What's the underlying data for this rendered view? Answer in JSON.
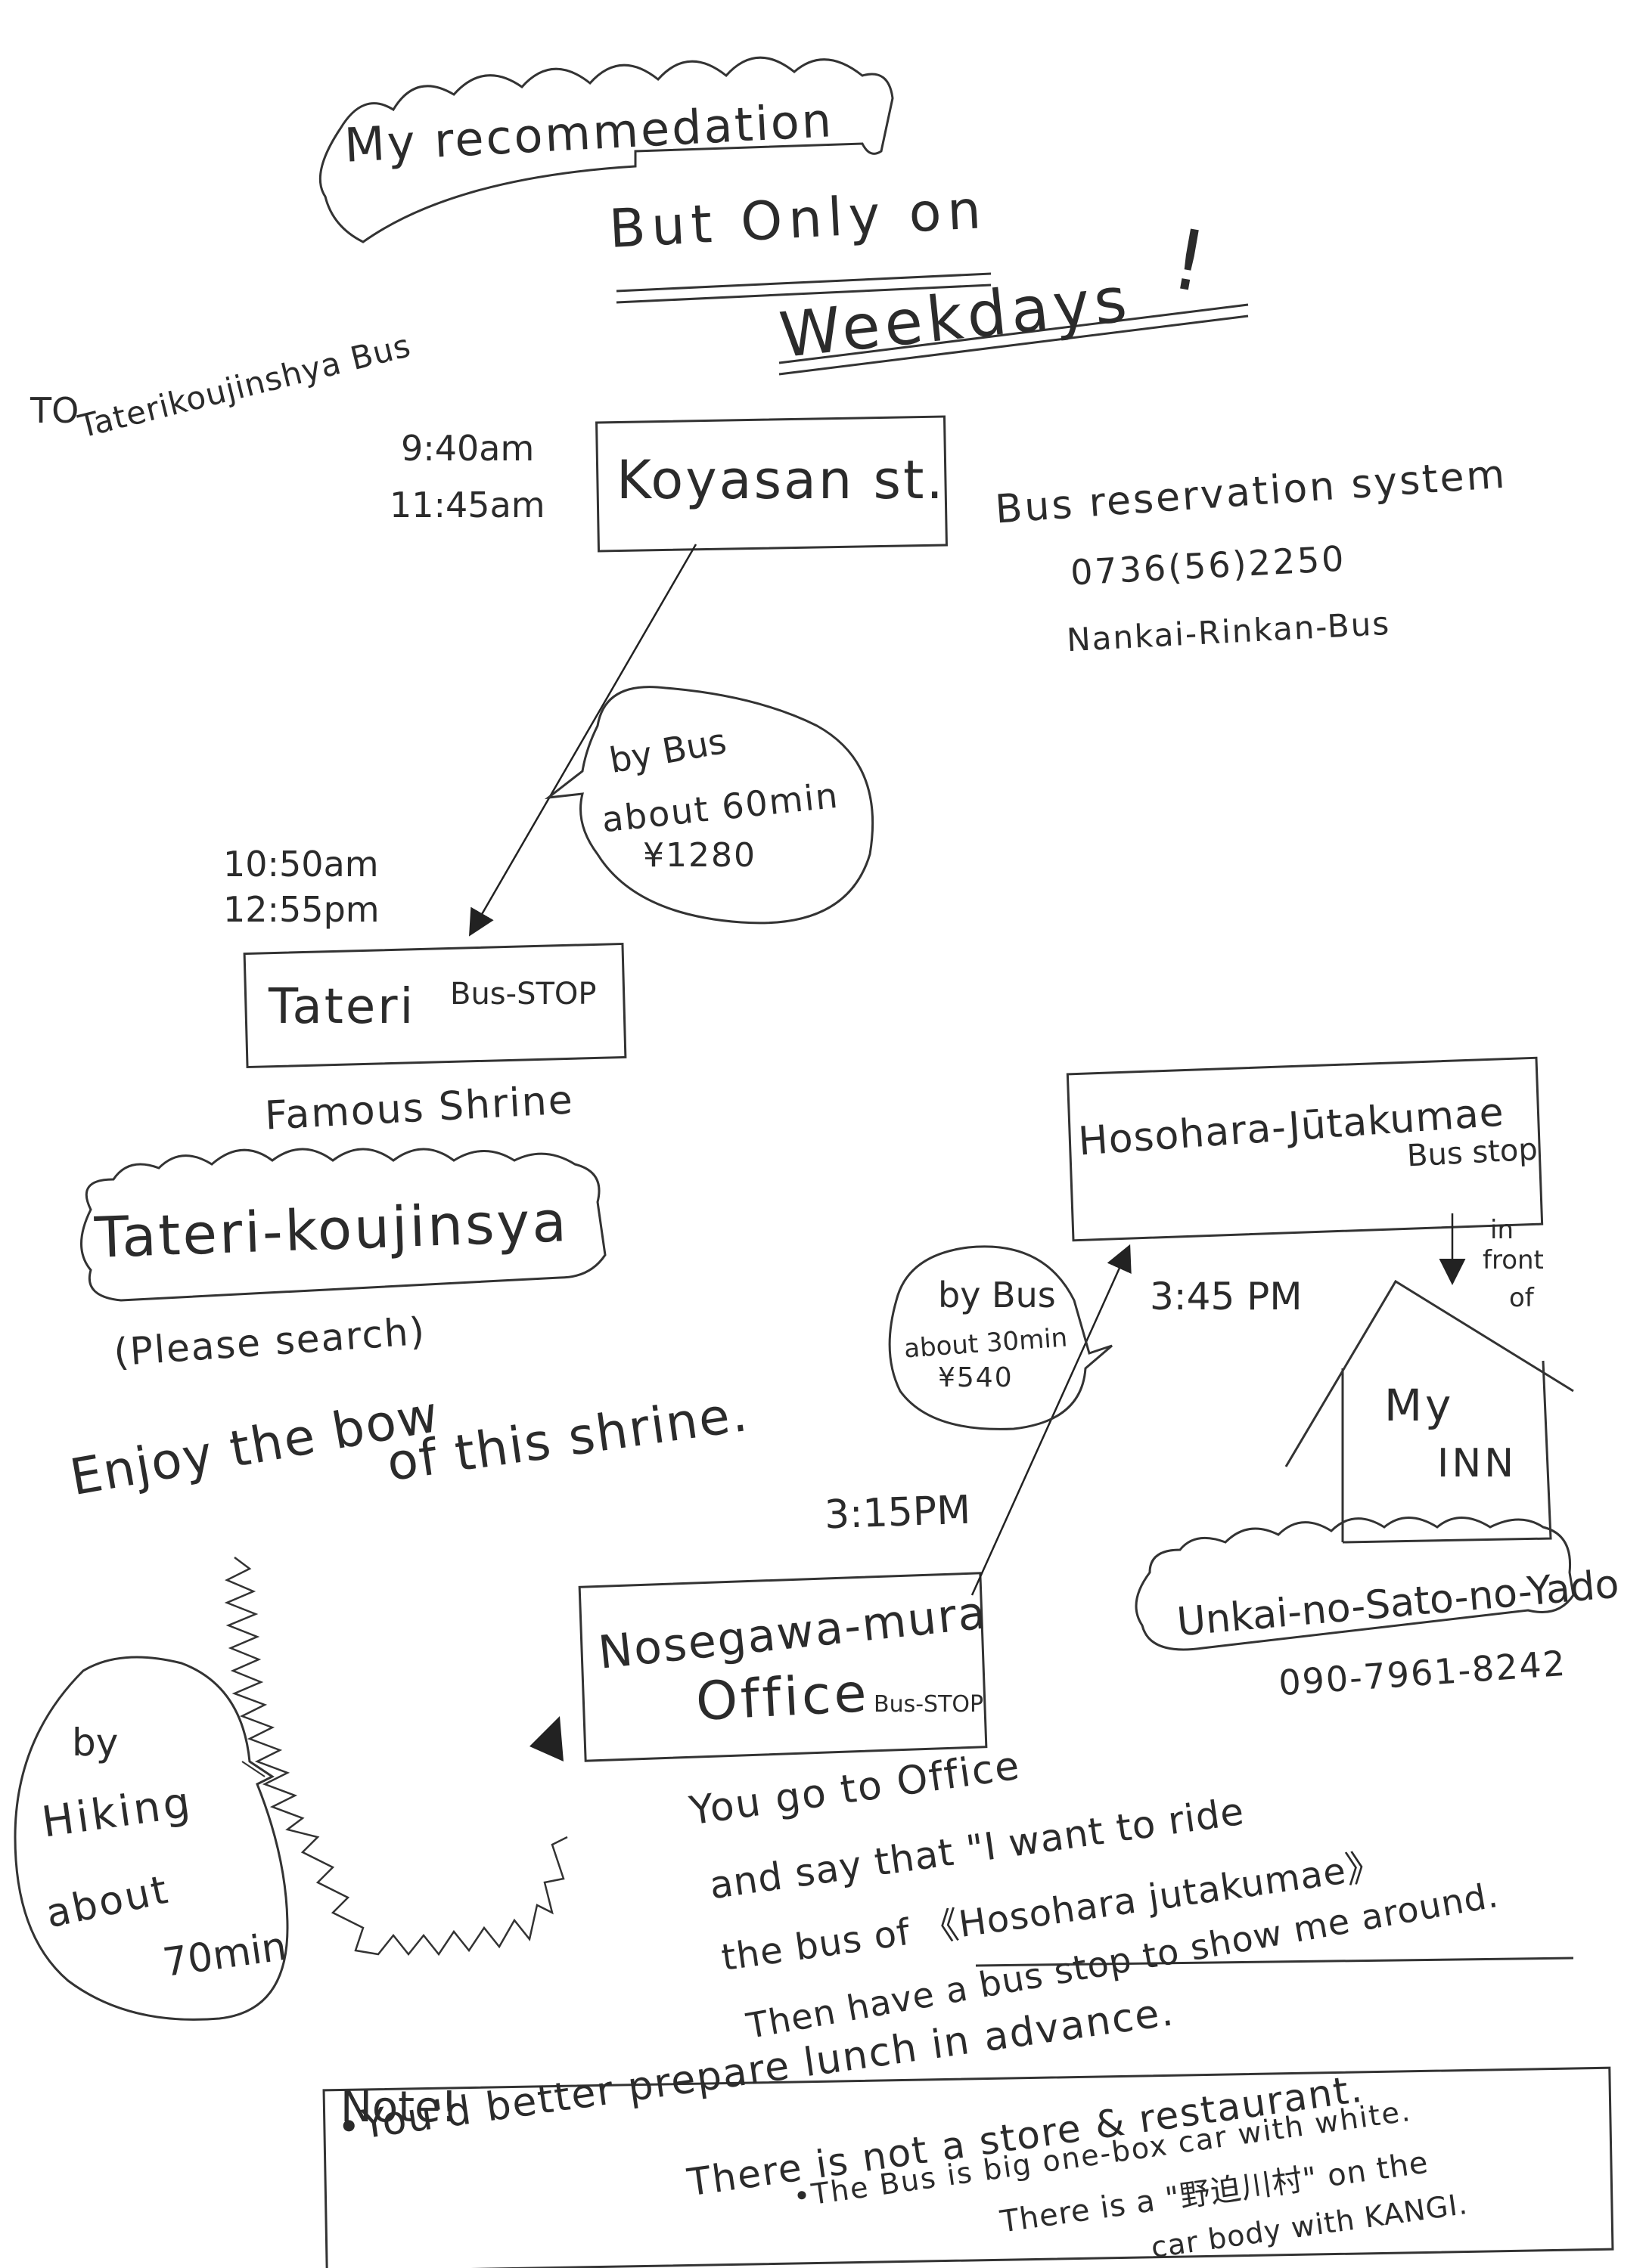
{
  "title": {
    "line1": "My recommedation",
    "line2": "But Only on",
    "line3": "Weekdays",
    "exclaim": "!"
  },
  "bus_header": {
    "to": "TO",
    "route": "Taterikoujinshya Bus",
    "time1": "9:40am",
    "time2": "11:45am"
  },
  "koyasan": {
    "label": "Koyasan st."
  },
  "reservation": {
    "line1": "Bus reservation system",
    "phone": "0736(56)2250",
    "company": "Nankai-Rinkan-Bus"
  },
  "bubble_bus1": {
    "line1": "by Bus",
    "line2": "about 60min",
    "line3": "¥1280"
  },
  "arrival_tateri": {
    "time1": "10:50am",
    "time2": "12:55pm"
  },
  "tateri_stop": {
    "name": "Tateri",
    "suffix": "Bus-STOP"
  },
  "shrine": {
    "famous": "Famous Shrine",
    "name": "Tateri-koujinsya",
    "search": "(Please search)",
    "enjoy1": "Enjoy the bow",
    "enjoy2": "of this shrine."
  },
  "hiking": {
    "line1": "by",
    "line2": "Hiking",
    "line3": "about",
    "line4": "70min"
  },
  "nosegawa": {
    "time": "3:15PM",
    "line1": "Nosegawa-mura",
    "line2": "Office",
    "suffix": "Bus-STOP"
  },
  "bubble_bus2": {
    "line1": "by Bus",
    "line2": "about 30min",
    "line3": "¥540"
  },
  "hosohara": {
    "time": "3:45 PM",
    "line1": "Hosohara-Jūtakumae",
    "line2": "Bus stop"
  },
  "inn": {
    "in": "in",
    "front": "front",
    "of": "of",
    "my": "My",
    "inn": "INN",
    "name": "Unkai-no-Sato-no-Yado",
    "phone": "090-7961-8242"
  },
  "instructions": {
    "line1": "You go to Office",
    "line2": "and say that \"I want to ride",
    "line3": "the bus of 《Hosohara jutakumae》",
    "line4": "Then have a bus stop to show me around."
  },
  "note": {
    "title": "Note!",
    "line1": "•You'd better prepare lunch in advance.",
    "line2": "There is not a store & restaurant.",
    "line3": "•The Bus is big one-box car with white.",
    "line4": "There is a \"野迫川村\" on the",
    "line5": "car body with KANGI."
  }
}
